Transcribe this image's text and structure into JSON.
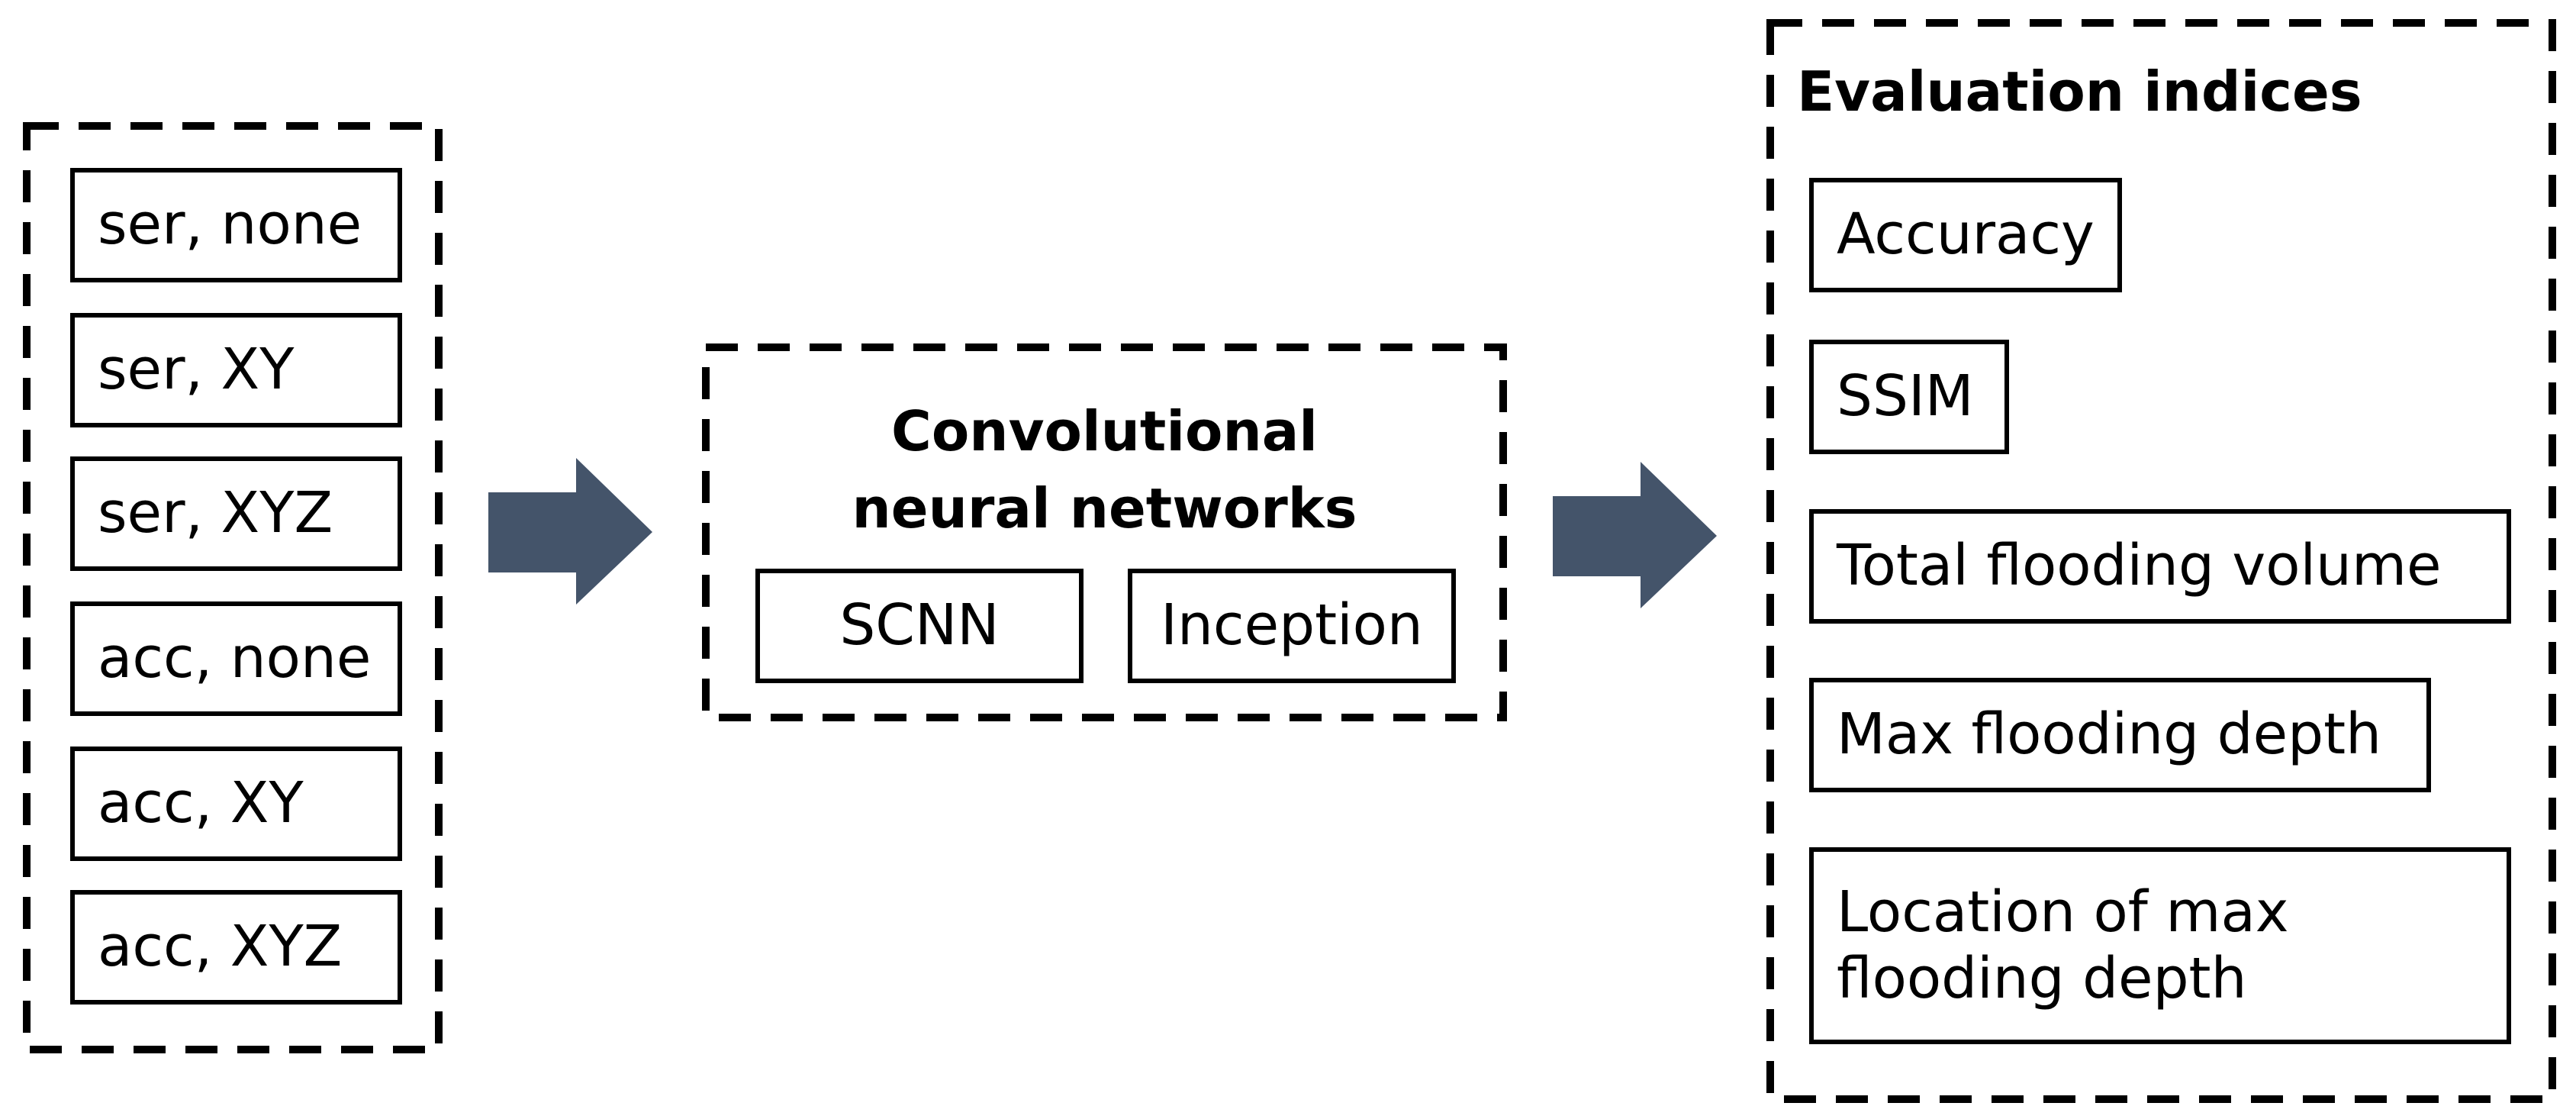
{
  "colors": {
    "arrow": "#44546A",
    "border": "#000000",
    "background": "#FFFFFF"
  },
  "inputs": {
    "items": [
      "ser, none",
      "ser, XY",
      "ser, XYZ",
      "acc, none",
      "acc, XY",
      "acc, XYZ"
    ]
  },
  "networks": {
    "title": "Convolutional neural networks",
    "items": [
      "SCNN",
      "Inception"
    ]
  },
  "evaluation": {
    "title": "Evaluation indices",
    "items": [
      "Accuracy",
      "SSIM",
      "Total flooding volume",
      "Max flooding depth",
      "Location of max flooding depth"
    ]
  },
  "icons": [
    "arrow-right-icon",
    "arrow-right-icon"
  ]
}
